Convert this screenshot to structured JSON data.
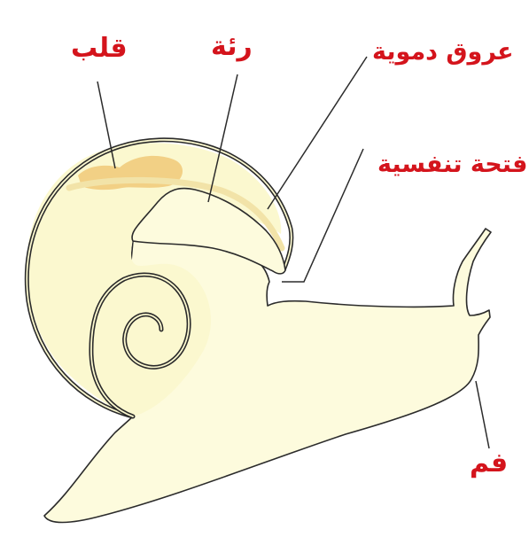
{
  "labels": {
    "heart": "قلب",
    "lung": "رئة",
    "blood_vessels": "عروق دموية",
    "respiratory_pore": "فتحة تنفسية",
    "mouth": "فم"
  },
  "colors": {
    "label": "#d4141c",
    "body_fill": "#fdfbdd",
    "outline": "#2b2b2b",
    "heart_fill": "#f1cb7c",
    "vessel_band": "#f2e3a8"
  }
}
